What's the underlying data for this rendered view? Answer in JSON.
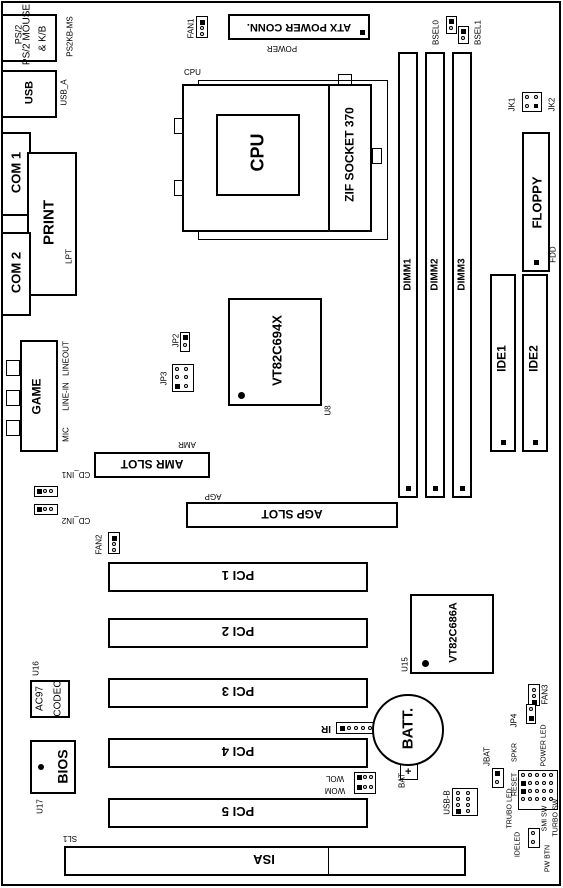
{
  "board": {
    "ps2": {
      "line1": "PS/2",
      "line2": "MOUSE",
      "line3": "&  K/B",
      "side": "PS2KB-MS"
    },
    "usb": {
      "label": "USB",
      "side": "USB_A"
    },
    "com1": "COM 1",
    "com2": "COM 2",
    "print": "PRINT",
    "lpt": "LPT",
    "game": "GAME",
    "audio": {
      "lineout": "LINEOUT",
      "linein": "LINE-IN",
      "mic": "MIC"
    },
    "cpu": {
      "label": "CPU",
      "socket": "ZIF SOCKET 370",
      "tag": "CPU"
    },
    "fan1": "FAN1",
    "fan2": "FAN2",
    "fan3": "FAN3",
    "atx": {
      "label": "ATX POWER CONN.",
      "tag": "POWER"
    },
    "bsel0": "BSEL0",
    "bsel1": "BSEL1",
    "jk1": "JK1",
    "jk2": "JK2",
    "floppy": {
      "label": "FLOPPY",
      "tag": "FDD"
    },
    "dimm": [
      "DIMM1",
      "DIMM2",
      "DIMM3"
    ],
    "northbridge": {
      "label": "VT82C694X",
      "tag": "U8"
    },
    "jp2": "JP2",
    "jp3": "JP3",
    "ide1": "IDE1",
    "ide2": "IDE2",
    "amr": {
      "label": "AMR SLOT",
      "tag": "AMR"
    },
    "cd": {
      "in1": "CD_IN1",
      "in2": "CD_IN2"
    },
    "agp": {
      "label": "AGP SLOT",
      "tag": "AGP"
    },
    "pci": [
      "PCI 1",
      "PCI 2",
      "PCI 3",
      "PCI 4",
      "PCI 5"
    ],
    "southbridge": {
      "label": "VT82C686A",
      "tag": "U15"
    },
    "codec": {
      "line1": "AC97",
      "line2": "CODEC",
      "tag": "U16"
    },
    "bios": {
      "label": "BIOS",
      "tag": "U17"
    },
    "ir": "IR",
    "batt": {
      "label": "BATT.",
      "tag": "BAT",
      "plus": "+"
    },
    "jp4": "JP4",
    "jbat": "JBAT",
    "wol": "WOL",
    "wom": "WOM",
    "usbb": "USB-B",
    "isa": {
      "label": "ISA",
      "tag": "SL1"
    },
    "panel": {
      "spkr": "SPKR",
      "power_led": "POWER LED",
      "reset": "RESET",
      "turbo_led": "TRUBO LED",
      "ideled": "IDELED",
      "sm_sw": "SMI SW",
      "turbo_sw": "TURBO SW",
      "pw_btn": "PW BTN"
    }
  }
}
